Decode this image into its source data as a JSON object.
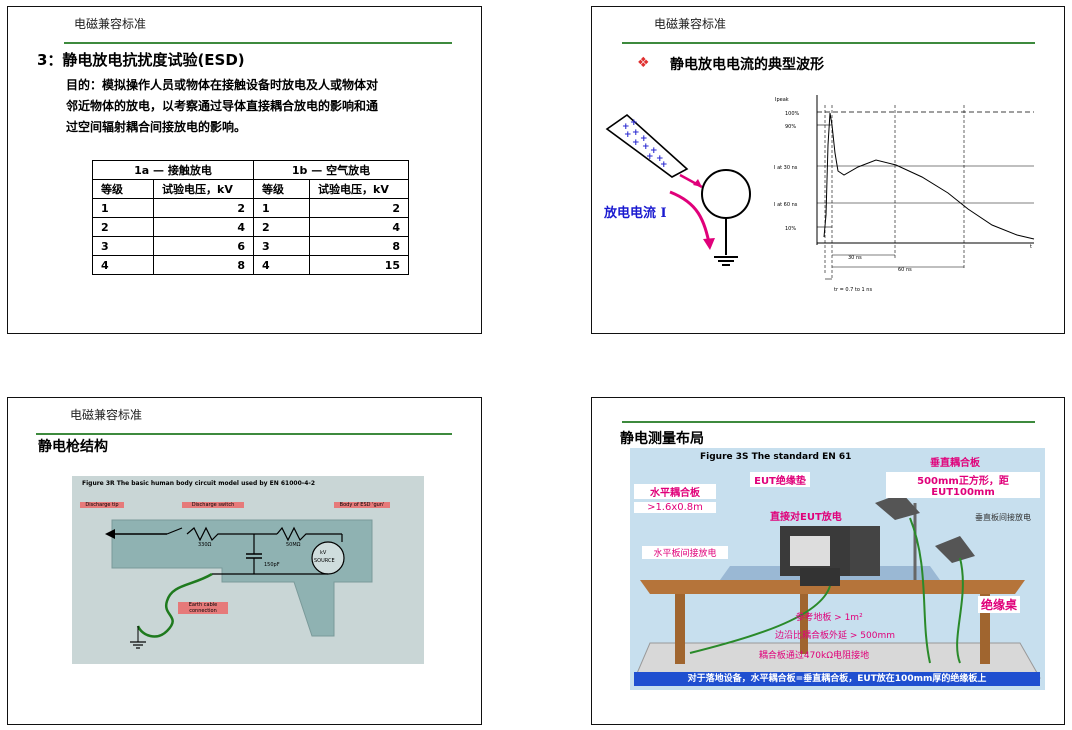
{
  "slide1": {
    "header": "电磁兼容标准",
    "title": "3：静电放电抗扰度试验(ESD)",
    "purpose_lines": [
      "目的：模拟操作人员或物体在接触设备时放电及人或物体对",
      "邻近物体的放电，以考察通过导体直接耦合放电的影响和通",
      "过空间辐射耦合间接放电的影响。"
    ],
    "table": {
      "group_a": "1a — 接触放电",
      "group_b": "1b — 空气放电",
      "col_level": "等级",
      "col_voltage": "试验电压，kV",
      "rows": [
        {
          "a_level": "1",
          "a_kv": "2",
          "b_level": "1",
          "b_kv": "2"
        },
        {
          "a_level": "2",
          "a_kv": "4",
          "b_level": "2",
          "b_kv": "4"
        },
        {
          "a_level": "3",
          "a_kv": "6",
          "b_level": "3",
          "b_kv": "8"
        },
        {
          "a_level": "4",
          "a_kv": "8",
          "b_level": "4",
          "b_kv": "15"
        }
      ]
    }
  },
  "slide2": {
    "header": "电磁兼容标准",
    "bullet": "❖",
    "title": "静电放电电流的典型波形",
    "current_label": "放电电流 I",
    "wave": {
      "ipeak": "Ipeak",
      "p100": "100%",
      "p90": "90%",
      "at30": "I at 30 ns",
      "at60": "I at 60 ns",
      "p10": "10%",
      "t": "t",
      "ns30": "30 ns",
      "ns60": "60 ns",
      "tr": "tr = 0.7 to 1 ns"
    }
  },
  "slide3": {
    "header": "电磁兼容标准",
    "title": "静电枪结构",
    "figure": {
      "caption": "Figure 3R   The basic human body circuit model used by EN 61000-4-2",
      "discharge_tip": "Discharge tip",
      "discharge_switch": "Discharge switch",
      "body": "Body of ESD 'gun'",
      "r330": "330Ω",
      "r50m": "50MΩ",
      "c150": "150pF",
      "kv1": "kV",
      "kv2": "SOURCE",
      "earth": "Earth cable connection"
    }
  },
  "slide4": {
    "title": "静电测量布局",
    "figure": {
      "caption": "Figure 3S   The standard EN 61",
      "vcp": "垂直耦合板",
      "vcp_size": "500mm正方形，距EUT100mm",
      "eut_pad": "EUT绝缘垫",
      "hcp": "水平耦合板",
      "hcp_size": ">1.6x0.8m",
      "direct": "直接对EUT放电",
      "vcp_indirect": "垂直板间接放电",
      "hcp_indirect": "水平板间接放电",
      "table": "绝缘桌",
      "ground_plane": "参考地板 > 1m²",
      "extend": "边沿比耦合板外延 > 500mm",
      "resistor": "耦合板通过470kΩ电阻接地",
      "note": "对于落地设备，水平耦合板=垂直耦合板，EUT放在100mm厚的绝缘板上"
    }
  }
}
